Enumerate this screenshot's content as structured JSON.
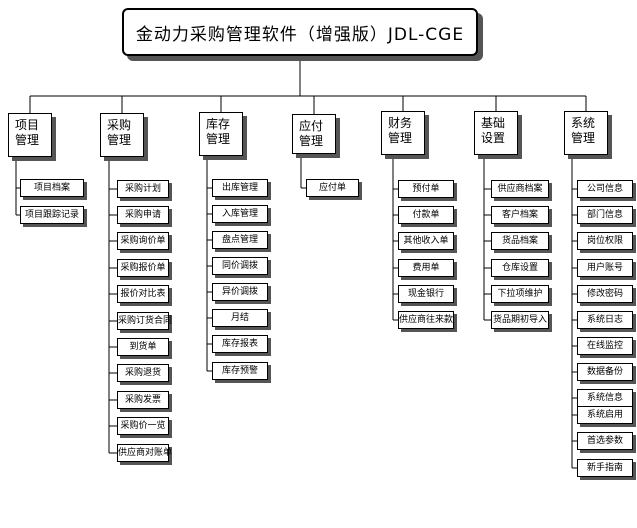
{
  "title": "金动力采购管理软件（增强版）JDL-CGE",
  "modules": [
    {
      "label": "项目\n管理",
      "items": [
        "项目档案",
        "项目跟踪记录"
      ]
    },
    {
      "label": "采购\n管理",
      "items": [
        "采购计划",
        "采购申请",
        "采购询价单",
        "采购报价单",
        "报价对比表",
        "采购订货合同",
        "到货单",
        "采购退货",
        "采购发票",
        "采购价一览",
        "供应商对账单"
      ]
    },
    {
      "label": "库存\n管理",
      "items": [
        "出库管理",
        "入库管理",
        "盘点管理",
        "同价调拨",
        "异价调拨",
        "月结",
        "库存报表",
        "库存预警"
      ]
    },
    {
      "label": "应付\n管理",
      "items": [
        "应付单"
      ]
    },
    {
      "label": "财务\n管理",
      "items": [
        "预付单",
        "付款单",
        "其他收入单",
        "费用单",
        "现金银行",
        "供应商往来款"
      ]
    },
    {
      "label": "基础\n设置",
      "items": [
        "供应商档案",
        "客户档案",
        "货品档案",
        "仓库设置",
        "下拉项维护",
        "货品期初导入"
      ]
    },
    {
      "label": "系统\n管理",
      "items": [
        "公司信息",
        "部门信息",
        "岗位权限",
        "用户账号",
        "修改密码",
        "系统日志",
        "在线监控",
        "数据备份",
        "系统信息",
        "系统启用",
        "首选参数",
        "新手指南"
      ]
    }
  ]
}
